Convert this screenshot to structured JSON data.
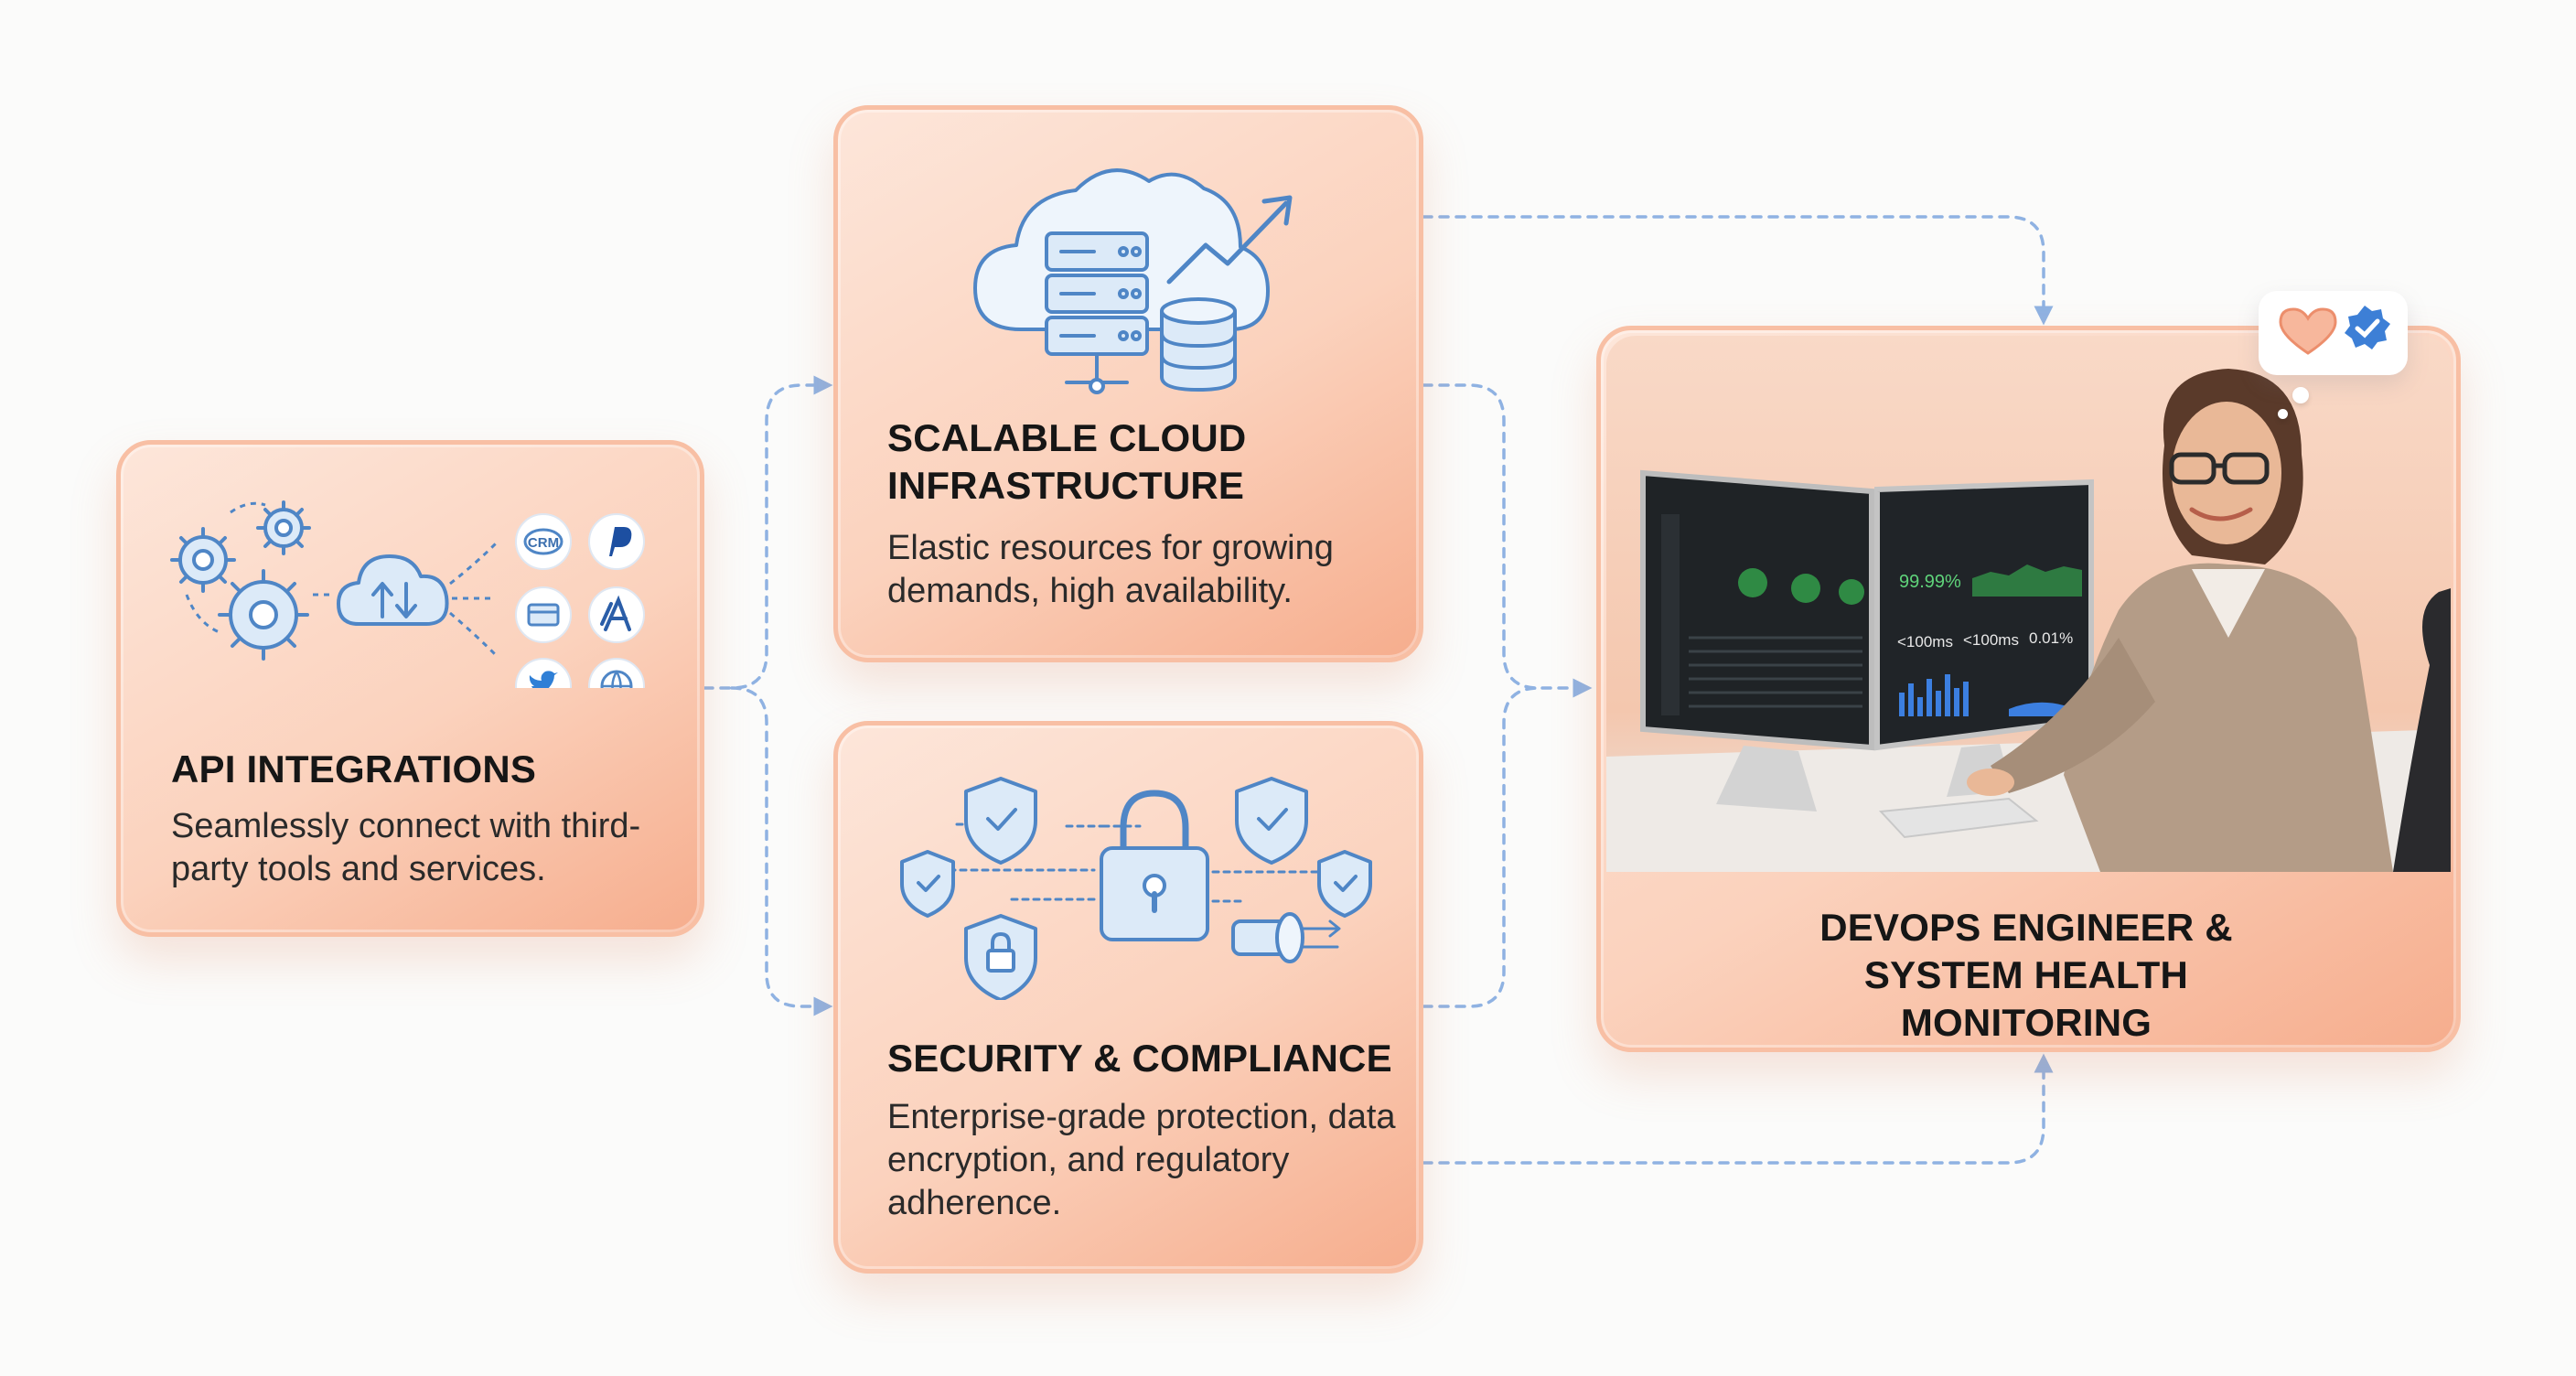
{
  "cards": {
    "api": {
      "title": "API INTEGRATIONS",
      "description": "Seamlessly connect with third-party tools and services.",
      "badges": [
        "CRM",
        "paypal-icon",
        "card-icon",
        "app-store-icon",
        "twitter-icon",
        "globe-icon"
      ],
      "crm_label": "CRM"
    },
    "cloud": {
      "title": "SCALABLE CLOUD INFRASTRUCTURE",
      "description": "Elastic resources for growing demands, high availability."
    },
    "security": {
      "title": "SECURITY & COMPLIANCE",
      "description": "Enterprise-grade protection, data encryption, and regulatory adherence."
    },
    "devops": {
      "title": "DEVOPS ENGINEER & SYSTEM HEALTH MONITORING",
      "monitor": {
        "uptime_value": "99.99%",
        "response_1": "<100ms",
        "response_2": "<100ms",
        "error_rate": "0.01%"
      },
      "status_bubble": [
        "heart-icon",
        "verified-check-icon"
      ]
    }
  },
  "colors": {
    "card_top": "#fde6da",
    "card_bottom": "#f6ad8d",
    "card_border": "#f8bfa4",
    "icon_stroke": "#4f86c6",
    "icon_fill": "#dceaf8",
    "connector": "#8fb2e2",
    "heart": "#f4a385",
    "check_badge": "#3d7fd6"
  }
}
